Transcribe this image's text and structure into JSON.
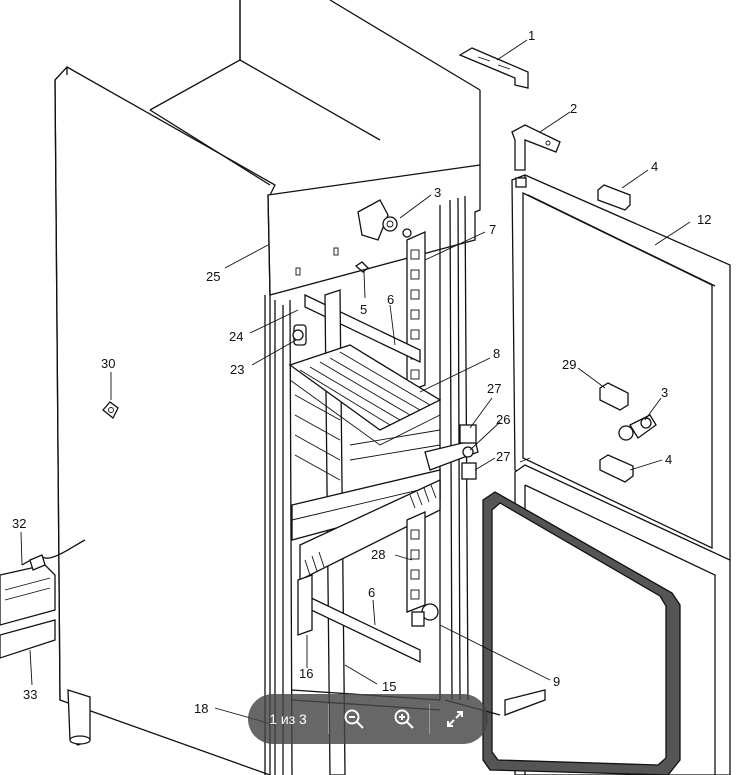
{
  "viewer": {
    "page_current": "1",
    "page_separator": "из",
    "page_total": "3",
    "buttons": {
      "zoom_out_icon": "zoom-out-icon",
      "zoom_in_icon": "zoom-in-icon",
      "fullscreen_icon": "fullscreen-icon"
    }
  },
  "drawing": {
    "callouts": [
      "1",
      "2",
      "3",
      "4",
      "12",
      "7",
      "25",
      "5",
      "6",
      "24",
      "23",
      "8",
      "30",
      "27",
      "26",
      "27",
      "29",
      "3",
      "4",
      "32",
      "28",
      "6",
      "16",
      "15",
      "18",
      "9",
      "33"
    ]
  }
}
